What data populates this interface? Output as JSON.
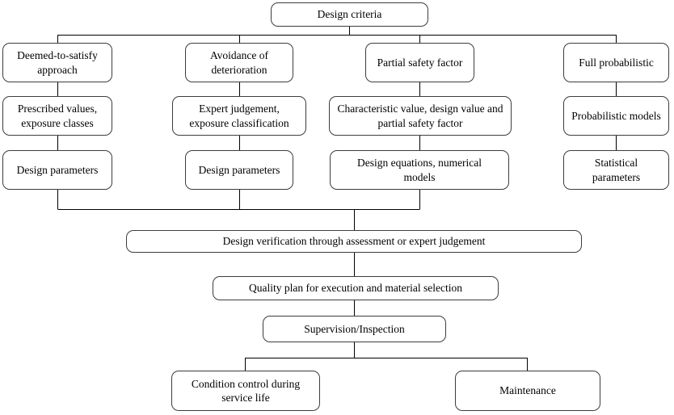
{
  "colors": {
    "background": "#ffffff",
    "box_fill": "#ffffff",
    "box_border": "#3d3d3d",
    "connector_line": "#000000",
    "text": "#000000"
  },
  "nodes": {
    "design_criteria": "Design criteria",
    "deemed_to_satisfy": "Deemed-to-satisfy approach",
    "avoidance": "Avoidance of deterioration",
    "partial_safety": "Partial safety factor",
    "full_probabilistic": "Full probabilistic",
    "prescribed_values": "Prescribed values, exposure classes",
    "expert_judgement": "Expert judgement, exposure classification",
    "characteristic_value": "Characteristic value, design value and partial safety factor",
    "probabilistic_models": "Probabilistic models",
    "design_parameters_1": "Design parameters",
    "design_parameters_2": "Design parameters",
    "design_equations": "Design equations, numerical models",
    "statistical_parameters": "Statistical parameters",
    "design_verification": "Design verification through assessment or expert judgement",
    "quality_plan": "Quality plan for execution and material selection",
    "supervision": "Supervision/Inspection",
    "condition_control": "Condition control during service life",
    "maintenance": "Maintenance"
  },
  "edges": [
    {
      "from": "design_criteria",
      "to": "deemed_to_satisfy"
    },
    {
      "from": "design_criteria",
      "to": "avoidance"
    },
    {
      "from": "design_criteria",
      "to": "partial_safety"
    },
    {
      "from": "design_criteria",
      "to": "full_probabilistic"
    },
    {
      "from": "deemed_to_satisfy",
      "to": "prescribed_values"
    },
    {
      "from": "prescribed_values",
      "to": "design_parameters_1"
    },
    {
      "from": "avoidance",
      "to": "expert_judgement"
    },
    {
      "from": "expert_judgement",
      "to": "design_parameters_2"
    },
    {
      "from": "partial_safety",
      "to": "characteristic_value"
    },
    {
      "from": "characteristic_value",
      "to": "design_equations"
    },
    {
      "from": "full_probabilistic",
      "to": "probabilistic_models"
    },
    {
      "from": "probabilistic_models",
      "to": "statistical_parameters"
    },
    {
      "from": "design_parameters_1",
      "to": "design_verification"
    },
    {
      "from": "design_parameters_2",
      "to": "design_verification"
    },
    {
      "from": "design_equations",
      "to": "design_verification"
    },
    {
      "from": "design_verification",
      "to": "quality_plan"
    },
    {
      "from": "quality_plan",
      "to": "supervision"
    },
    {
      "from": "supervision",
      "to": "condition_control"
    },
    {
      "from": "supervision",
      "to": "maintenance"
    }
  ]
}
